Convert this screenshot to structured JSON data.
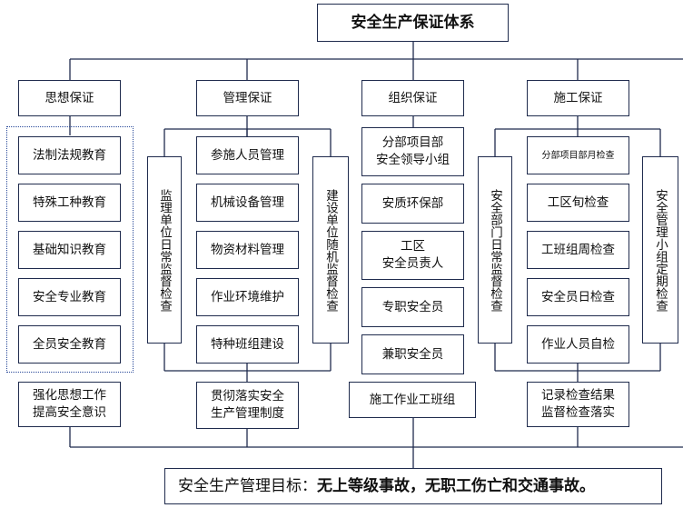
{
  "title": "安全生产保证体系",
  "categories": [
    {
      "heading": "思想保证",
      "items": [
        "法制法规教育",
        "特殊工种教育",
        "基础知识教育",
        "安全专业教育",
        "全员安全教育"
      ],
      "result": "强化思想工作\n提高安全意识"
    },
    {
      "heading": "管理保证",
      "left_side": "监理单位日常监督检查",
      "right_side": "建设单位随机监督检查",
      "items": [
        "参施人员管理",
        "机械设备管理",
        "物资材料管理",
        "作业环境维护",
        "特种班组建设"
      ],
      "result": "贯彻落实安全\n生产管理制度"
    },
    {
      "heading": "组织保证",
      "items": [
        "分部项目部\n安全领导小组",
        "安质环保部",
        "工区\n安全员责人",
        "专职安全员",
        "兼职安全员"
      ],
      "result": "施工作业工班组"
    },
    {
      "heading": "施工保证",
      "left_side": "安全部门日常监督检查",
      "right_side": "安全管理小组定期检查",
      "items": [
        "分部项目部月检查",
        "工区旬检查",
        "工班组周检查",
        "安全员日检查",
        "作业人员自检"
      ],
      "result": "记录检查结果\n监督检查落实"
    }
  ],
  "goal": {
    "prefix": "安全生产管理目标：",
    "text": "无上等级事故，无职工伤亡和交通事故。"
  }
}
